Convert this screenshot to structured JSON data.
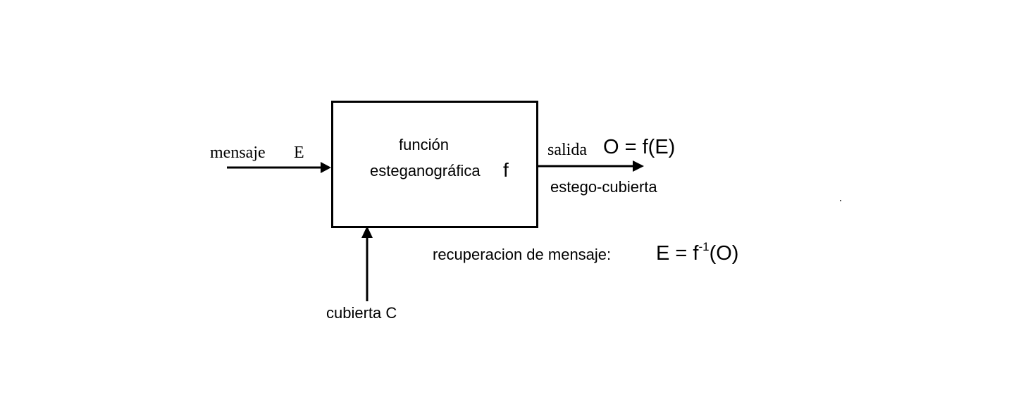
{
  "input": {
    "label": "mensaje",
    "symbol": "E"
  },
  "block": {
    "line1": "función",
    "line2": "esteganográfica",
    "symbol": "f"
  },
  "output": {
    "label": "salida",
    "formula": "O = f(E)",
    "sublabel": "estego-cubierta"
  },
  "cover": {
    "label": "cubierta C"
  },
  "recovery": {
    "label": "recuperacion de mensaje:",
    "formula_lhs": "E = f",
    "formula_exp": "-1",
    "formula_rhs": "(O)"
  }
}
